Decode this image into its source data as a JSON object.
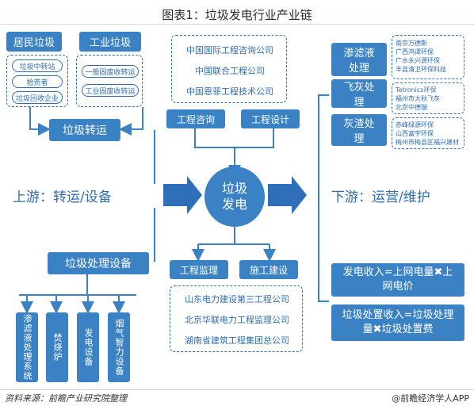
{
  "title": "图表1：垃圾发电行业产业链",
  "upstream": {
    "label": "上游：转运/设备",
    "residential": {
      "label": "居民垃圾",
      "subs": [
        "垃圾中转站",
        "拾荒者",
        "垃圾回收企业"
      ]
    },
    "industrial": {
      "label": "工业垃圾",
      "subs": [
        "一般固废收转运",
        "工业固废收转运"
      ]
    },
    "transfer": "垃圾转运",
    "equipment": "垃圾处理设备",
    "equip_items": [
      "渗滤液处理系统",
      "焚烧炉",
      "发电设备",
      "烟气智力设备"
    ]
  },
  "midstream": {
    "center": "垃圾发电",
    "consult_companies": [
      "中国国际工程咨询公司",
      "中国联合工程公司",
      "中国恩菲工程技术公司"
    ],
    "consulting": "工程咨询",
    "design": "工程设计",
    "supervision": "工程监理",
    "construction": "施工建设",
    "builders": [
      "山东电力建设第三工程公司",
      "北京华联电力工程监理公司",
      "湖南省建筑工程集团总公司"
    ]
  },
  "downstream": {
    "label": "下游：运营/维护",
    "leachate": {
      "label": "渗滤液处理",
      "companies": [
        "南京万德斯",
        "广西鸿谭环保",
        "广水永兴源环保",
        "丰县清卫环保科技"
      ]
    },
    "fly_ash": {
      "label": "飞灰处理",
      "companies": [
        "Tetronics环保",
        "福州市大秋飞灰",
        "北京中德瑞"
      ]
    },
    "slag": {
      "label": "灰渣处理",
      "companies": [
        "赤峰绿源环保",
        "山西富宇环保",
        "梅州市梅县区福兴建材"
      ]
    },
    "revenue_power": "发电收入=上网电量✖上网电价",
    "revenue_waste": "垃圾处置收入=垃圾处理量✖垃圾处置费"
  },
  "footer": {
    "source": "资料来源：前瞻产业研究院整理",
    "brand": "@前瞻经济学人APP"
  },
  "colors": {
    "primary": "#3b82c4",
    "dark": "#2e6db2",
    "arrow": "#2f6fb8"
  }
}
